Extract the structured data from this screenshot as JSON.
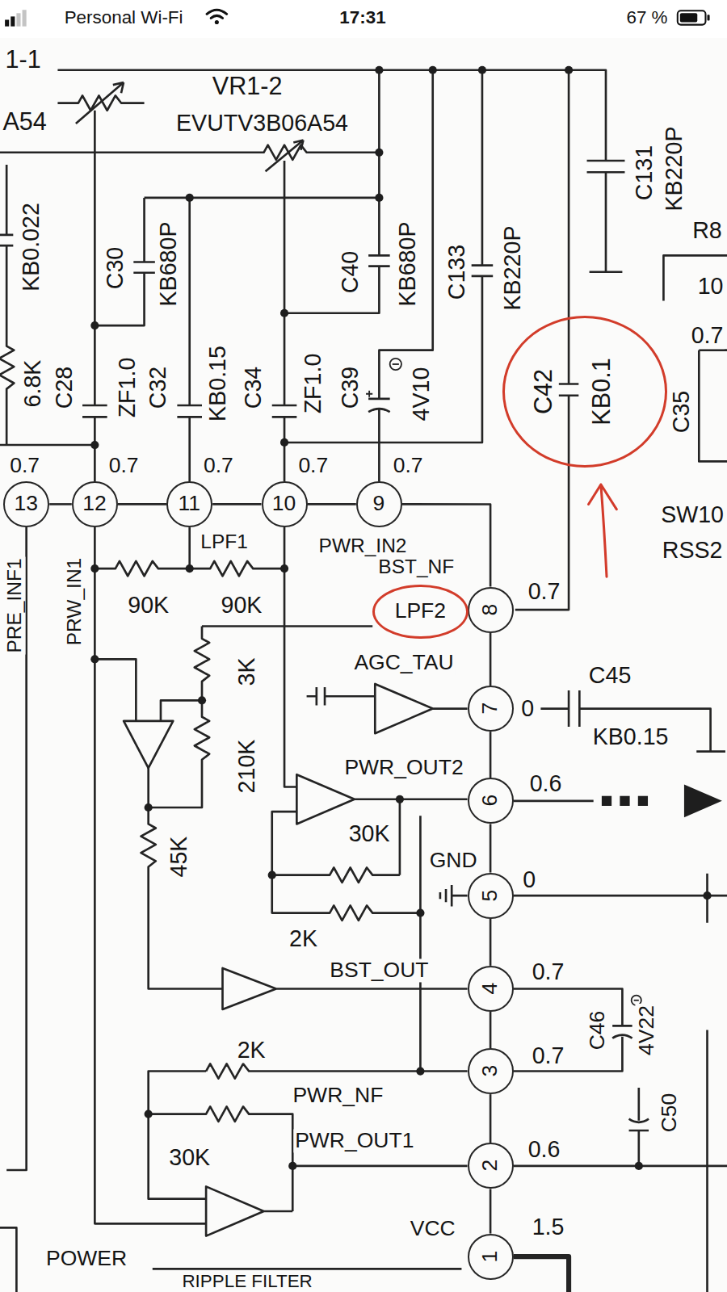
{
  "diagram": {
    "nodes": [
      {
        "text": [
          "13"
        ]
      },
      {
        "text": [
          "12"
        ]
      },
      {
        "text": [
          "11"
        ]
      },
      {
        "text": [
          "10"
        ]
      },
      {
        "text": [
          "9"
        ]
      },
      {
        "text": [
          "8"
        ]
      },
      {
        "text": [
          "7"
        ]
      },
      {
        "text": [
          "6"
        ]
      },
      {
        "text": [
          "5"
        ]
      },
      {
        "text": [
          "4"
        ]
      },
      {
        "text": [
          "3"
        ]
      },
      {
        "text": [
          "2"
        ]
      },
      {
        "text": [
          "1"
        ]
      },
      {
        "text": [
          "C42",
          "KB0.1"
        ]
      },
      {
        "text": [
          "LPF2"
        ]
      }
    ],
    "edges": [
      {
        "from": 0,
        "to": 1,
        "arrow": "none"
      },
      {
        "from": 1,
        "to": 2,
        "arrow": "none"
      },
      {
        "from": 2,
        "to": 3,
        "arrow": "none"
      },
      {
        "from": 3,
        "to": 4,
        "arrow": "none"
      },
      {
        "from": 4,
        "to": 5,
        "arrow": "none"
      },
      {
        "from": 5,
        "to": 6,
        "arrow": "none"
      },
      {
        "from": 6,
        "to": 7,
        "arrow": "none"
      },
      {
        "from": 7,
        "to": 8,
        "arrow": "none"
      },
      {
        "from": 8,
        "to": 9,
        "arrow": "none"
      },
      {
        "from": 9,
        "to": 10,
        "arrow": "none"
      },
      {
        "from": 10,
        "to": 11,
        "arrow": "none"
      },
      {
        "from": 11,
        "to": 12,
        "arrow": "none"
      }
    ],
    "labels": [
      "Personal Wi-Fi",
      "17:31",
      "67 %",
      "1-1",
      "A54",
      "VR1-2",
      "EVUTV3B06A54",
      "KB0.022",
      "6.8K",
      "C30",
      "KB680P",
      "C40",
      "KB680P",
      "C133",
      "KB220P",
      "C131",
      "KB220P",
      "R8",
      "10",
      "0.7",
      "C28",
      "ZF1.0",
      "C32",
      "KB0.15",
      "C34",
      "ZF1.0",
      "C39",
      "4V10",
      "C35",
      "SW10",
      "RSS2",
      "0.7",
      "0.7",
      "0.7",
      "0.7",
      "0.7",
      "PRE_INF1",
      "PRW_IN1",
      "LPF1",
      "PWR_IN2",
      "90K",
      "90K",
      "BST_NF",
      "0.7",
      "3K",
      "AGC_TAU",
      "0",
      "C45",
      "KB0.15",
      "210K",
      "PWR_OUT2",
      "0.6",
      "30K",
      "GND",
      "0",
      "45K",
      "2K",
      "BST_OUT",
      "0.7",
      "C46",
      "4V22",
      "2K",
      "0.7",
      "PWR_NF",
      "C50",
      "30K",
      "PWR_OUT1",
      "0.6",
      "VCC",
      "1.5",
      "POWER",
      "RIPPLE FILTER"
    ]
  }
}
